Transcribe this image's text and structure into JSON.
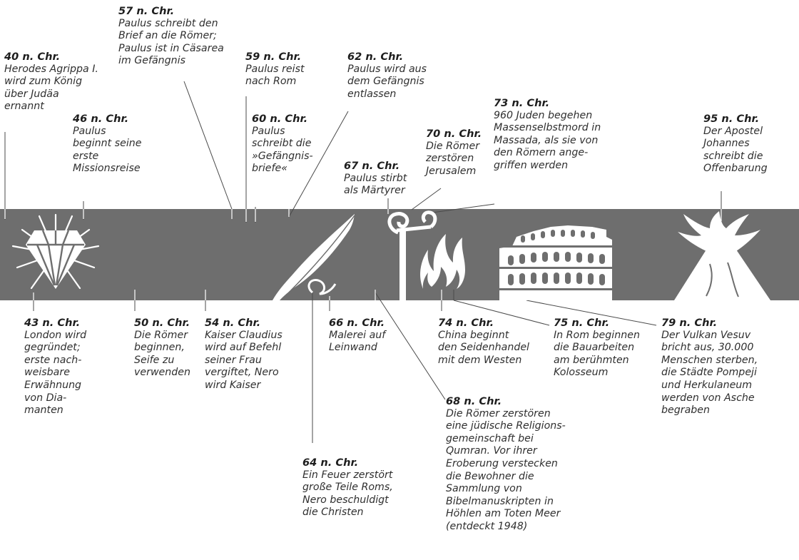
{
  "events": {
    "e40": {
      "year": "40 n. Chr.",
      "text": "Herodes Agrippa I.\nwird zum König\nüber Judäa\nernannt"
    },
    "e43": {
      "year": "43 n. Chr.",
      "text": "London wird\ngegründet;\nerste nach-\nweisbare\nErwähnung\nvon Dia-\nmanten"
    },
    "e46": {
      "year": "46 n. Chr.",
      "text": "Paulus\nbeginnt seine\nerste\nMissionsreise"
    },
    "e50": {
      "year": "50 n. Chr.",
      "text": "Die Römer\nbeginnen,\nSeife zu\nverwenden"
    },
    "e54": {
      "year": "54 n. Chr.",
      "text": "Kaiser Claudius\nwird auf Befehl\nseiner Frau\nvergiftet, Nero\nwird Kaiser"
    },
    "e57": {
      "year": "57 n. Chr.",
      "text": "Paulus schreibt den\nBrief an die Römer;\nPaulus ist in Cäsarea\nim Gefängnis"
    },
    "e59": {
      "year": "59 n. Chr.",
      "text": "Paulus reist\nnach Rom"
    },
    "e60": {
      "year": "60 n. Chr.",
      "text": "Paulus\nschreibt die\n»Gefängnis-\nbriefe«"
    },
    "e62": {
      "year": "62 n. Chr.",
      "text": "Paulus wird aus\ndem Gefängnis\nentlassen"
    },
    "e64": {
      "year": "64 n. Chr.",
      "text": "Ein Feuer zerstört\ngroße Teile Roms,\nNero beschuldigt\ndie Christen"
    },
    "e66": {
      "year": "66 n. Chr.",
      "text": "Malerei auf\nLeinwand"
    },
    "e67": {
      "year": "67 n. Chr.",
      "text": "Paulus stirbt\nals Märtyrer"
    },
    "e68": {
      "year": "68 n. Chr.",
      "text": "Die Römer zerstören\neine jüdische Religions-\ngemeinschaft bei\nQumran. Vor ihrer\nEroberung verstecken\ndie Bewohner die\nSammlung von\nBibelmanuskripten in\nHöhlen am Toten Meer\n(entdeckt 1948)"
    },
    "e70": {
      "year": "70 n. Chr.",
      "text": "Die Römer\nzerstören\nJerusalem"
    },
    "e73": {
      "year": "73 n. Chr.",
      "text": "960 Juden begehen\nMassenselbstmord in\nMassada, als sie von\nden Römern ange-\ngriffen werden"
    },
    "e74": {
      "year": "74 n. Chr.",
      "text": "China beginnt\nden Seidenhandel\nmit dem Westen"
    },
    "e75": {
      "year": "75 n. Chr.",
      "text": "In Rom beginnen\ndie Bauarbeiten\nam berühmten\nKolosseum"
    },
    "e79": {
      "year": "79 n. Chr.",
      "text": "Der Vulkan Vesuv\nbricht aus, 30.000\nMenschen sterben,\ndie Städte Pompeji\nund Herkulaneum\nwerden von Asche\nbegraben"
    },
    "e95": {
      "year": "95 n. Chr.",
      "text": "Der Apostel\nJohannes\nschreibt die\nOffenbarung"
    }
  },
  "icons": [
    "diamond-icon",
    "quill-icon",
    "scroll-column-icon",
    "flames-icon",
    "colosseum-icon",
    "volcano-icon"
  ],
  "colors": {
    "band": "#6e6e6e",
    "icon": "#ffffff",
    "text": "#2b2b2b"
  }
}
